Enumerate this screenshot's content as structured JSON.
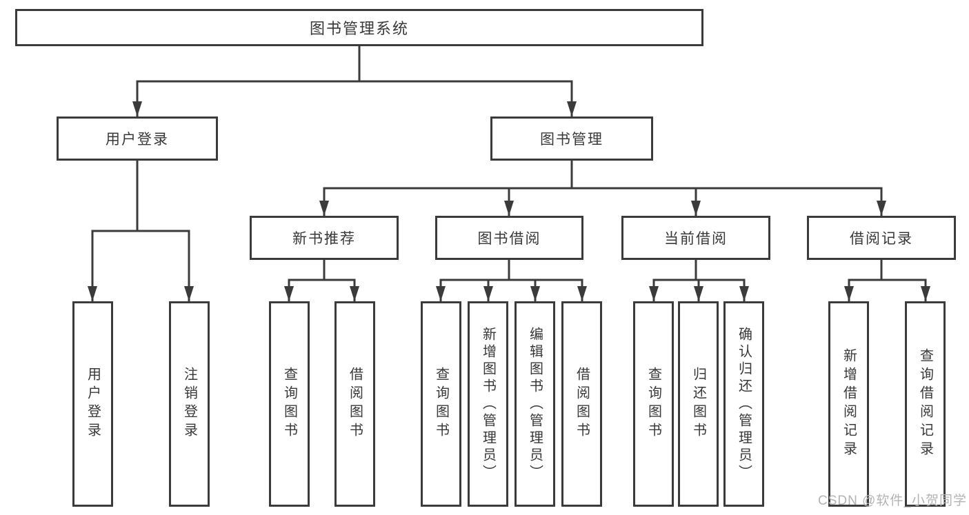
{
  "chart": {
    "root": {
      "label": "图书管理系统"
    },
    "branches": [
      {
        "label": "用户登录",
        "children": [
          {
            "label": "用户登录"
          },
          {
            "label": "注销登录"
          }
        ]
      },
      {
        "label": "图书管理",
        "children": [
          {
            "label": "新书推荐",
            "children": [
              {
                "label": "查询图书"
              },
              {
                "label": "借阅图书"
              }
            ]
          },
          {
            "label": "图书借阅",
            "children": [
              {
                "label": "查询图书"
              },
              {
                "label": "新增图书（管理员）"
              },
              {
                "label": "编辑图书（管理员）"
              },
              {
                "label": "借阅图书"
              }
            ]
          },
          {
            "label": "当前借阅",
            "children": [
              {
                "label": "查询图书"
              },
              {
                "label": "归还图书"
              },
              {
                "label": "确认归还（管理员）"
              }
            ]
          },
          {
            "label": "借阅记录",
            "children": [
              {
                "label": "新增借阅记录"
              },
              {
                "label": "查询借阅记录"
              }
            ]
          }
        ]
      }
    ]
  },
  "watermark": {
    "text": "CSDN @软件_小贺同学"
  },
  "colors": {
    "line": "#3b3b3b",
    "text": "#383838",
    "watermark": "#b3b3b3",
    "background": "#ffffff"
  }
}
